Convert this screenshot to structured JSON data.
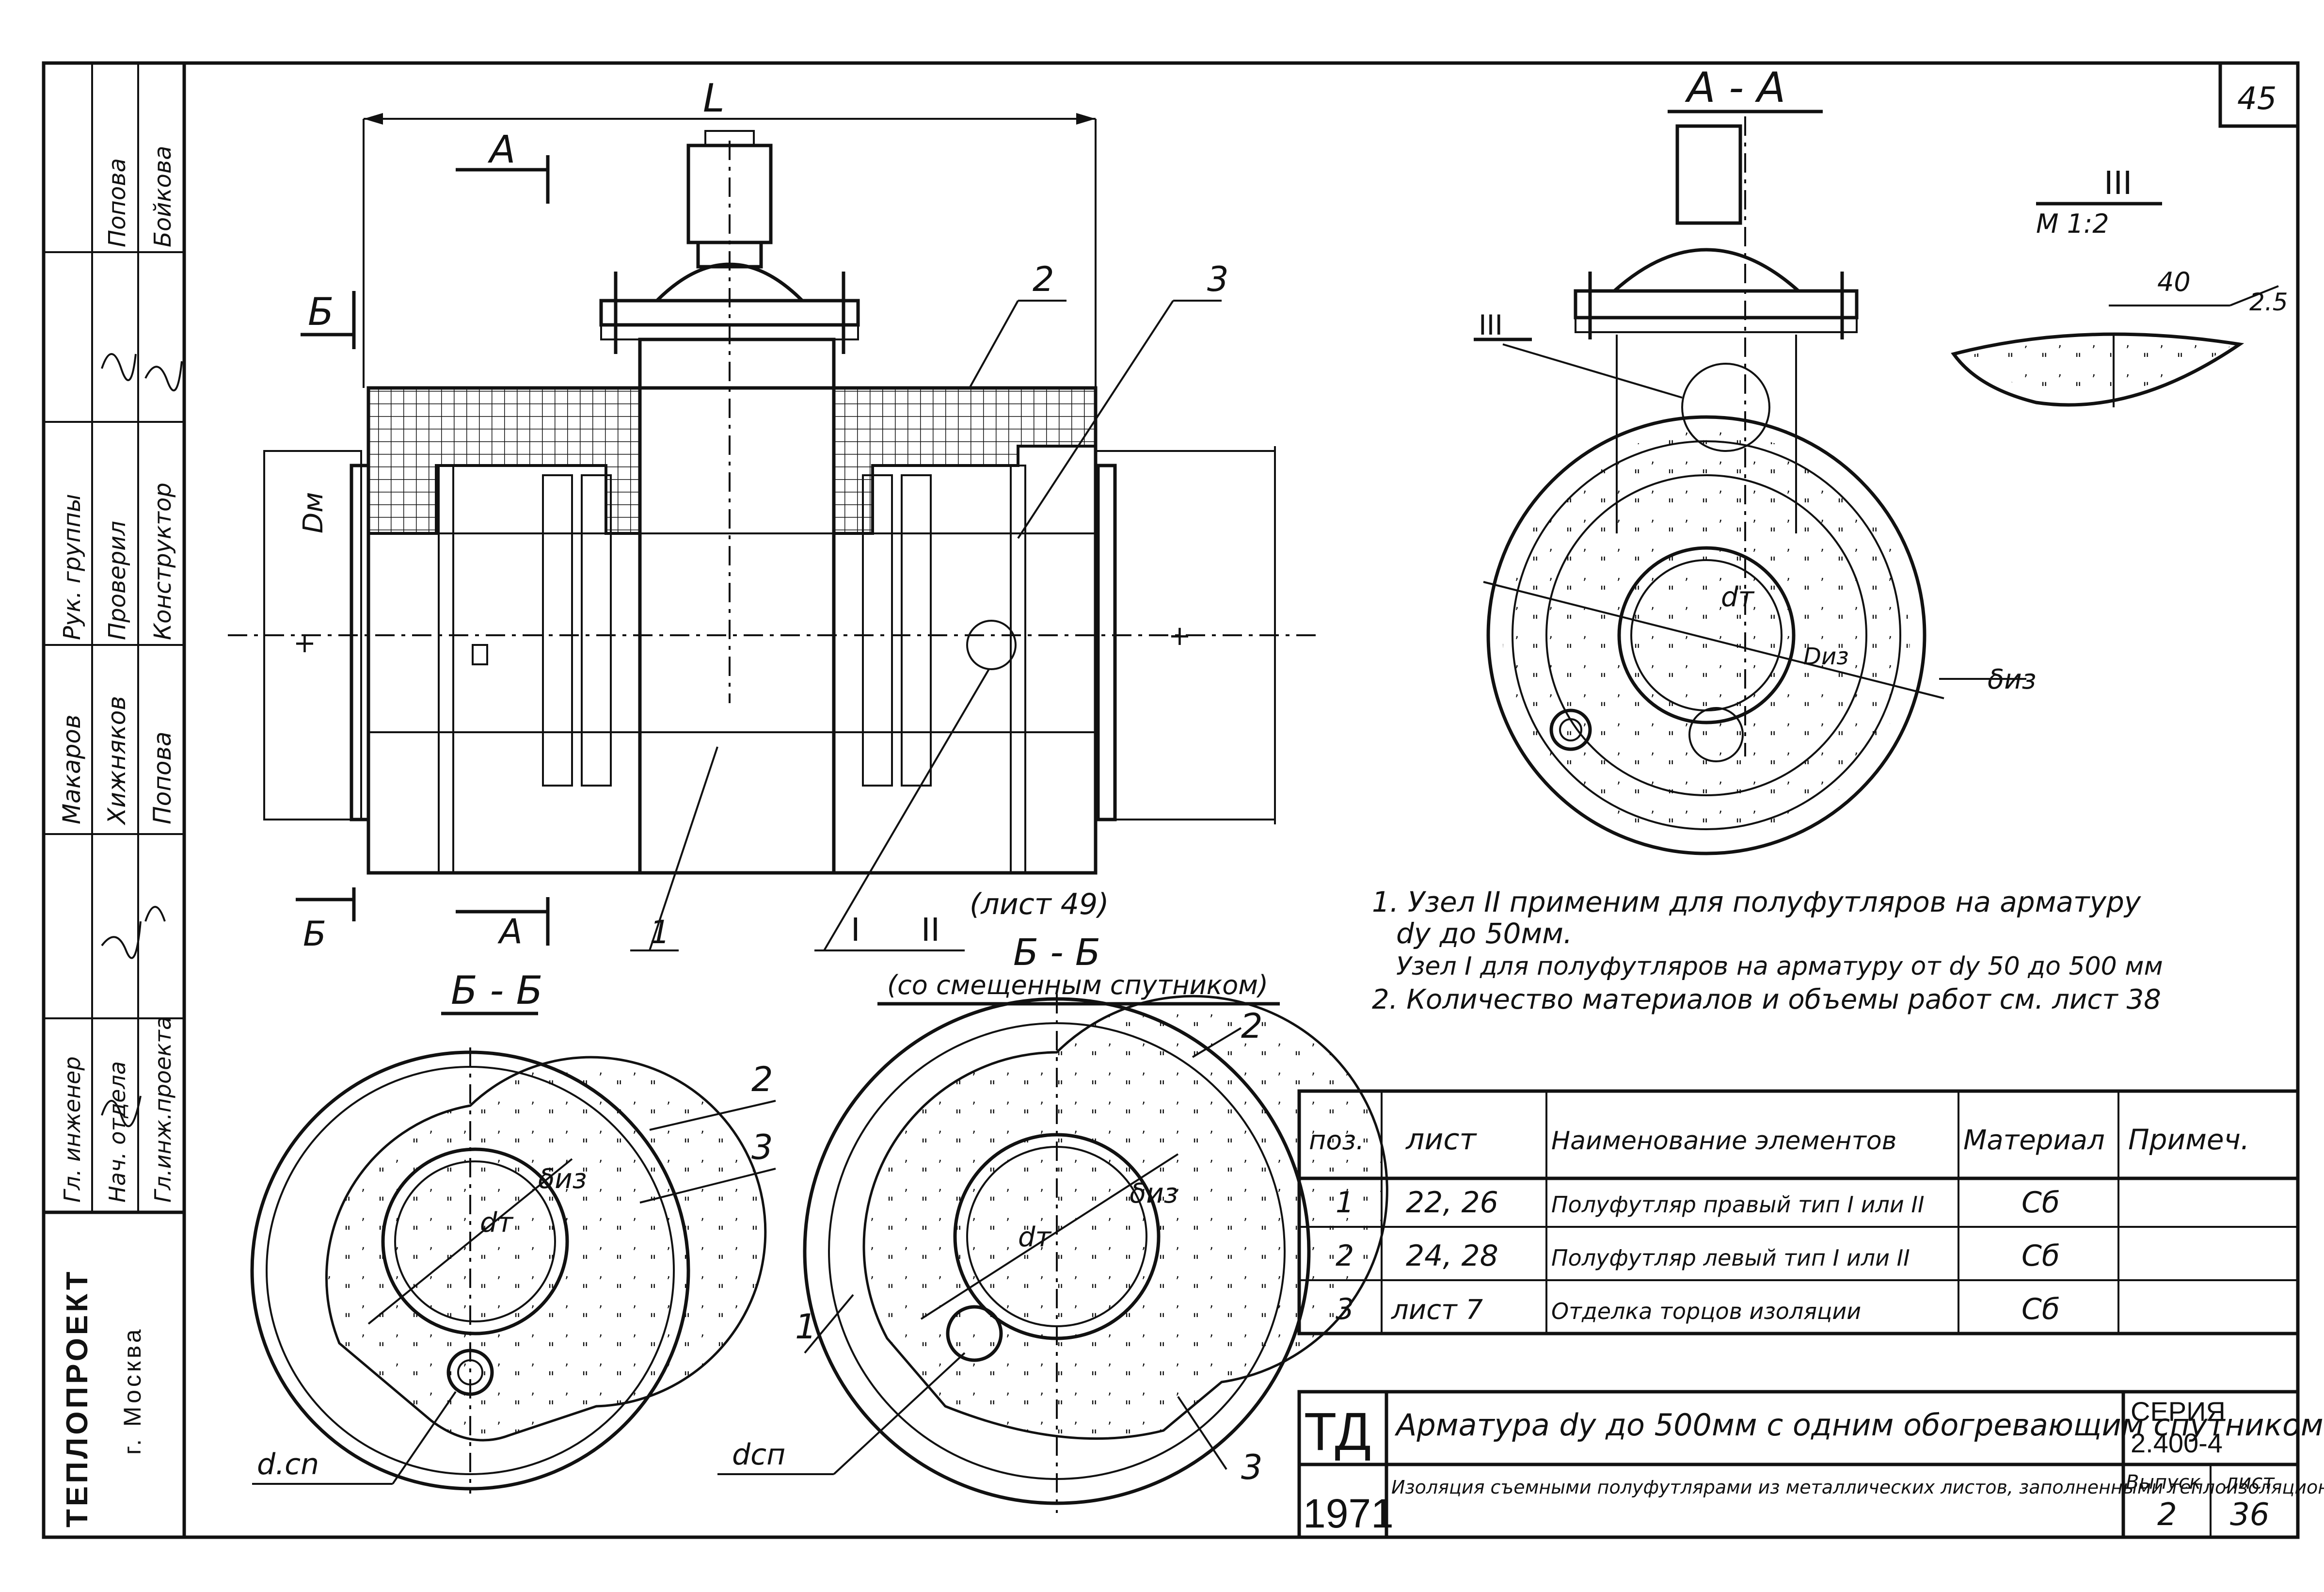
{
  "sheet": {
    "page_number": "45",
    "org": "ТЕПЛОПРОЕКТ",
    "city": "г. Москва"
  },
  "side_stamp": {
    "rows": [
      {
        "role": "Гл. инженер",
        "title": "Нач. отдела",
        "name2": "Гл.инж.проекта"
      },
      {
        "role": "Макаров",
        "title": "Хижняков",
        "name2": "Попова"
      },
      {
        "role": "Рук. группы",
        "title": "Проверил",
        "name2": "Конструктор"
      },
      {
        "role": "",
        "title": "Попова",
        "name2": "Бойкова"
      }
    ]
  },
  "views": {
    "main": {
      "dim_length": "L",
      "section_a": "A",
      "section_b": "Б",
      "dim_dm": "Dм",
      "callouts": [
        "1",
        "2",
        "3"
      ],
      "node_refs": [
        "I",
        "II"
      ],
      "node_ref_sheet": "(лист 49)"
    },
    "section_aa": {
      "title": "A - A",
      "node": "III",
      "label_dt": "dт",
      "label_diz": "Dиз",
      "label_delta": "δиз"
    },
    "detail_iii": {
      "title": "III",
      "scale": "М 1:2",
      "dim1": "40",
      "dim2": "2.5"
    },
    "section_bb_left": {
      "title": "Б - Б",
      "label_dt": "dт",
      "label_delta": "δиз",
      "label_dcn": "d.cn",
      "callouts": [
        "2",
        "3"
      ]
    },
    "section_bb_right": {
      "title": "Б - Б",
      "subtitle": "(со смещенным спутником)",
      "label_dt": "dт",
      "label_delta": "δиз",
      "label_dcn": "dсп",
      "callouts": [
        "1",
        "2",
        "3"
      ]
    }
  },
  "notes": [
    "1. Узел II применим для полуфутляров на арматуру",
    "dу до 50мм.",
    "Узел I для полуфутляров на арматуру от dу 50 до 500 мм",
    "2. Количество материалов и объемы работ см. лист 38"
  ],
  "spec_table": {
    "headers": [
      "поз.",
      "лист",
      "Наименование элементов",
      "Материал",
      "Примеч."
    ],
    "rows": [
      {
        "pos": "1",
        "sheet": "22, 26",
        "name": "Полуфутляр правый тип I или II",
        "material": "Сб",
        "note": ""
      },
      {
        "pos": "2",
        "sheet": "24, 28",
        "name": "Полуфутляр левый тип I или II",
        "material": "Сб",
        "note": ""
      },
      {
        "pos": "3",
        "sheet": "лист 7",
        "name": "Отделка торцов изоляции",
        "material": "Сб",
        "note": ""
      }
    ]
  },
  "title_block": {
    "code": "ТД",
    "year": "1971",
    "title": "Арматура dу до 500мм с одним обогревающим спутником.",
    "description": "Изоляция съемными полуфутлярами из металлических листов, заполненными теплоизоляционными изделиями. Общий вид.",
    "series_label": "СЕРИЯ",
    "series": "2.400-4",
    "issue_label": "Выпуск",
    "issue": "2",
    "sheet_label": "лист",
    "sheet": "36"
  }
}
